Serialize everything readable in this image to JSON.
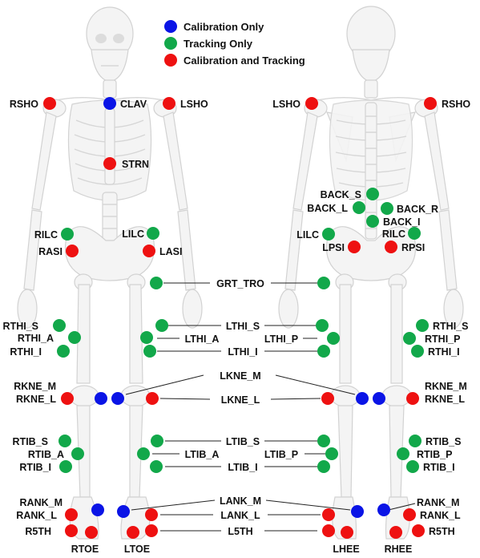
{
  "colors": {
    "calibration": "#0a14e6",
    "tracking": "#12a84a",
    "both": "#ee1111"
  },
  "legend": [
    {
      "label": "Calibration Only",
      "type": "calibration"
    },
    {
      "label": "Tracking Only",
      "type": "tracking"
    },
    {
      "label": "Calibration and Tracking",
      "type": "both"
    }
  ],
  "front_markers": [
    {
      "label": "RSHO",
      "type": "both"
    },
    {
      "label": "CLAV",
      "type": "calibration"
    },
    {
      "label": "LSHO",
      "type": "both"
    },
    {
      "label": "STRN",
      "type": "both"
    },
    {
      "label": "RILC",
      "type": "tracking"
    },
    {
      "label": "LILC",
      "type": "tracking"
    },
    {
      "label": "RASI",
      "type": "both"
    },
    {
      "label": "LASI",
      "type": "both"
    },
    {
      "label": "RTHI_S",
      "type": "tracking"
    },
    {
      "label": "RTHI_A",
      "type": "tracking"
    },
    {
      "label": "RTHI_I",
      "type": "tracking"
    },
    {
      "label": "RKNE_M",
      "type": "calibration"
    },
    {
      "label": "RKNE_L",
      "type": "both"
    },
    {
      "label": "RTIB_S",
      "type": "tracking"
    },
    {
      "label": "RTIB_A",
      "type": "tracking"
    },
    {
      "label": "RTIB_I",
      "type": "tracking"
    },
    {
      "label": "RANK_M",
      "type": "calibration"
    },
    {
      "label": "RANK_L",
      "type": "both"
    },
    {
      "label": "R5TH",
      "type": "both"
    },
    {
      "label": "RTOE",
      "type": "both"
    },
    {
      "label": "LTOE",
      "type": "both"
    }
  ],
  "back_markers": [
    {
      "label": "LSHO",
      "type": "both"
    },
    {
      "label": "RSHO",
      "type": "both"
    },
    {
      "label": "BACK_S",
      "type": "tracking"
    },
    {
      "label": "BACK_L",
      "type": "tracking"
    },
    {
      "label": "BACK_R",
      "type": "tracking"
    },
    {
      "label": "BACK_I",
      "type": "tracking"
    },
    {
      "label": "LILC",
      "type": "tracking"
    },
    {
      "label": "RILC",
      "type": "tracking"
    },
    {
      "label": "LPSI",
      "type": "both"
    },
    {
      "label": "RPSI",
      "type": "both"
    },
    {
      "label": "RTHI_S",
      "type": "tracking"
    },
    {
      "label": "RTHI_P",
      "type": "tracking"
    },
    {
      "label": "RTHI_I",
      "type": "tracking"
    },
    {
      "label": "RKNE_M",
      "type": "calibration"
    },
    {
      "label": "RKNE_L",
      "type": "both"
    },
    {
      "label": "RTIB_S",
      "type": "tracking"
    },
    {
      "label": "RTIB_P",
      "type": "tracking"
    },
    {
      "label": "RTIB_I",
      "type": "tracking"
    },
    {
      "label": "RANK_M",
      "type": "calibration"
    },
    {
      "label": "RANK_L",
      "type": "both"
    },
    {
      "label": "R5TH",
      "type": "both"
    },
    {
      "label": "LHEE",
      "type": "both"
    },
    {
      "label": "RHEE",
      "type": "both"
    }
  ],
  "center_labels": [
    {
      "label": "GRT_TRO"
    },
    {
      "label": "LTHI_S"
    },
    {
      "label": "LTHI_A"
    },
    {
      "label": "LTHI_P"
    },
    {
      "label": "LTHI_I"
    },
    {
      "label": "LKNE_M"
    },
    {
      "label": "LKNE_L"
    },
    {
      "label": "LTIB_S"
    },
    {
      "label": "LTIB_A"
    },
    {
      "label": "LTIB_P"
    },
    {
      "label": "LTIB_I"
    },
    {
      "label": "LANK_M"
    },
    {
      "label": "LANK_L"
    },
    {
      "label": "L5TH"
    }
  ]
}
